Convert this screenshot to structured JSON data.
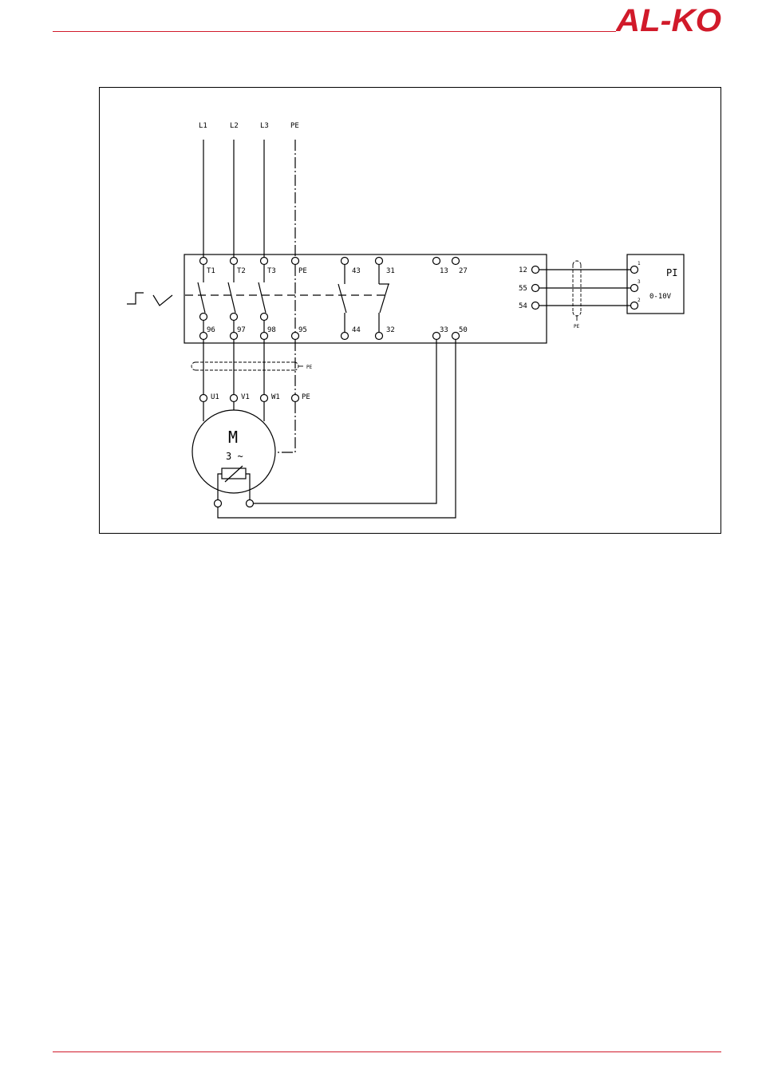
{
  "header": {
    "brand": "AL-KO",
    "brand_color": "#d11a2a"
  },
  "diagram": {
    "supply_labels": [
      "L1",
      "L2",
      "L3",
      "PE"
    ],
    "top_terminals": [
      "T1",
      "T2",
      "T3",
      "PE",
      "43",
      "31",
      "13",
      "27"
    ],
    "bottom_terminals": [
      "96",
      "97",
      "98",
      "95",
      "44",
      "32",
      "33",
      "50"
    ],
    "right_terminals": [
      "12",
      "55",
      "54"
    ],
    "pi_box": {
      "title": "PI",
      "range": "0-10V",
      "pins": [
        "1",
        "3",
        "2"
      ]
    },
    "shield_label_signal": "PE",
    "shield_label_motor": "PE",
    "motor_terminals": [
      "U1",
      "V1",
      "W1",
      "PE"
    ],
    "motor": {
      "symbol": "M",
      "phases": "3 ~"
    }
  }
}
